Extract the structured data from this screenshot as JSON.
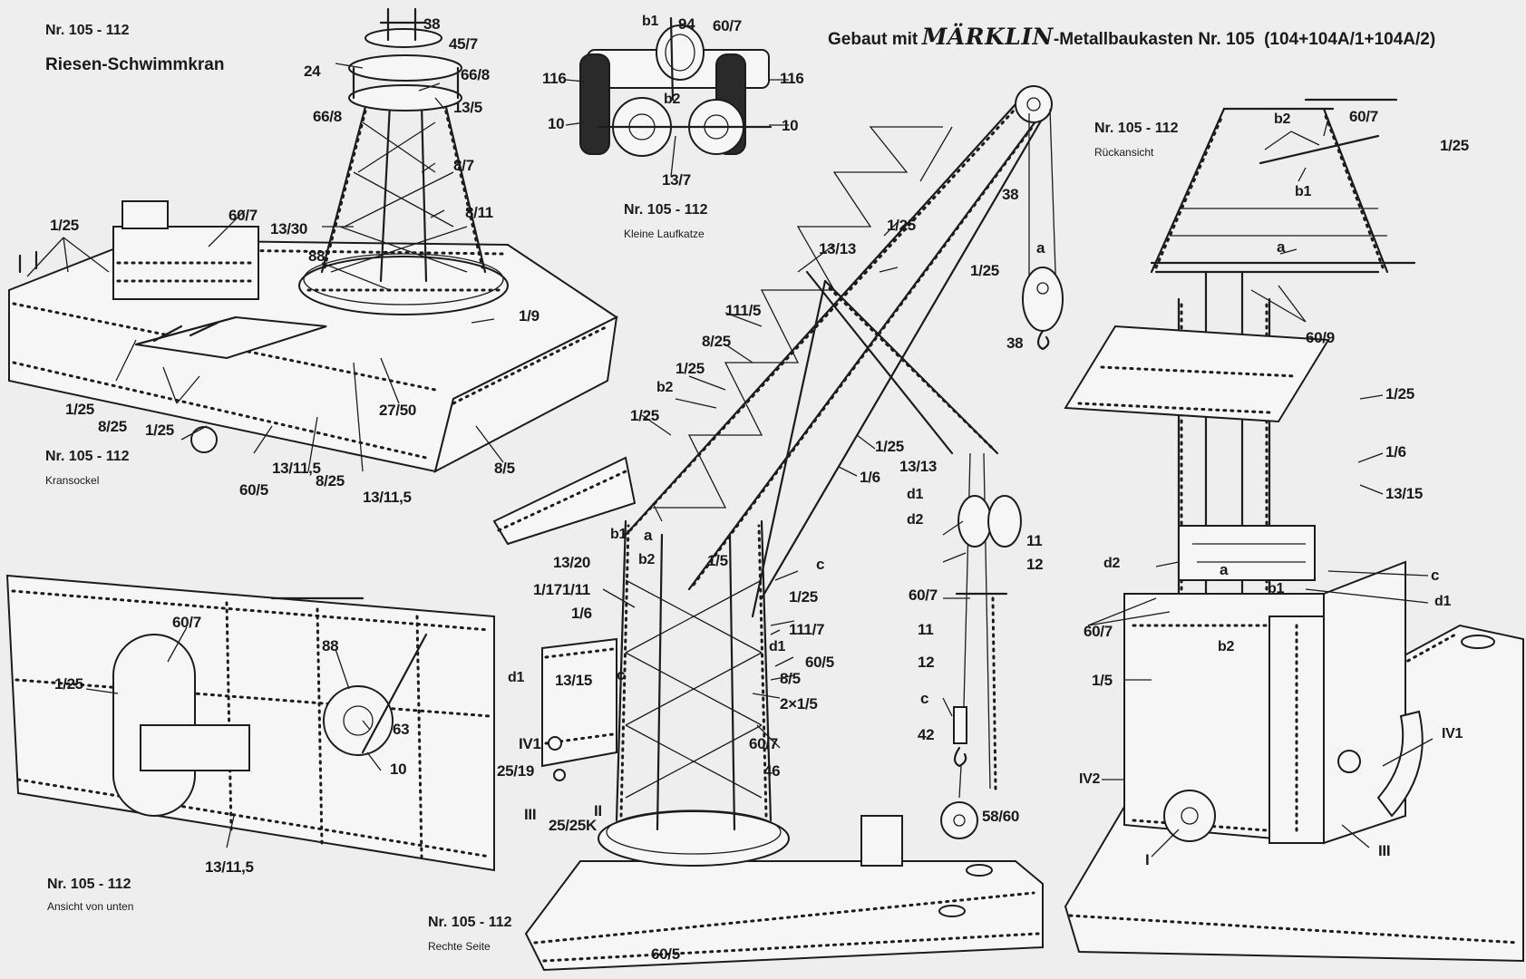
{
  "header": {
    "main_prefix": "Gebaut mit",
    "brand": "MÄRKLIN",
    "main_suffix": "-Metallbaukasten Nr. 105",
    "kit_parts": "(104+104A/1+104A/2)"
  },
  "views": {
    "kransockel": {
      "number": "Nr. 105 - 112",
      "title": "Riesen-Schwimmkran",
      "caption": "Kransockel"
    },
    "laufkatze": {
      "number": "Nr. 105 - 112",
      "caption": "Kleine Laufkatze"
    },
    "rueckansicht": {
      "number": "Nr. 105 - 112",
      "caption": "Rückansicht"
    },
    "unten": {
      "number": "Nr. 105 - 112",
      "caption": "Ansicht von unten"
    },
    "rechts": {
      "number": "Nr. 105 - 112",
      "caption": "Rechte Seite"
    }
  },
  "labels": {
    "sockel": [
      "38",
      "45/7",
      "24",
      "66/8",
      "13/5",
      "66/8",
      "8/7",
      "8/11",
      "13/30",
      "88",
      "60/7",
      "1/25",
      "1/9",
      "1/25",
      "8/25",
      "1/25",
      "27/50",
      "8/5",
      "60/5",
      "13/11,5",
      "8/25",
      "13/11,5"
    ],
    "katze": [
      "b1",
      "94",
      "60/7",
      "116",
      "116",
      "b2",
      "10",
      "10",
      "13/7"
    ],
    "unten": [
      "60/7",
      "1/25",
      "88",
      "63",
      "10",
      "13/11,5"
    ],
    "kran": [
      "13/13",
      "1/25",
      "1/25",
      "38",
      "a",
      "38",
      "111/5",
      "8/25",
      "1/25",
      "b2",
      "1/25",
      "1/25",
      "13/13",
      "d1",
      "d2",
      "1/6",
      "b1",
      "a",
      "13/20",
      "b2",
      "1/5",
      "c",
      "1/17",
      "1/11",
      "1/6",
      "1/25",
      "111/7",
      "d1",
      "60/5",
      "11",
      "12",
      "60/7",
      "11",
      "12",
      "c",
      "42",
      "58/60",
      "d1",
      "13/15",
      "c",
      "8/5",
      "2×1/5",
      "60/7",
      "46",
      "IV1",
      "25/19",
      "III",
      "II",
      "25/25K",
      "60/5"
    ],
    "rueck": [
      "b2",
      "60/7",
      "1/25",
      "b1",
      "a",
      "60/9",
      "1/25",
      "1/6",
      "13/15",
      "d2",
      "a",
      "c",
      "b1",
      "d1",
      "60/7",
      "b2",
      "1/5",
      "IV1",
      "IV2",
      "I",
      "III"
    ]
  }
}
